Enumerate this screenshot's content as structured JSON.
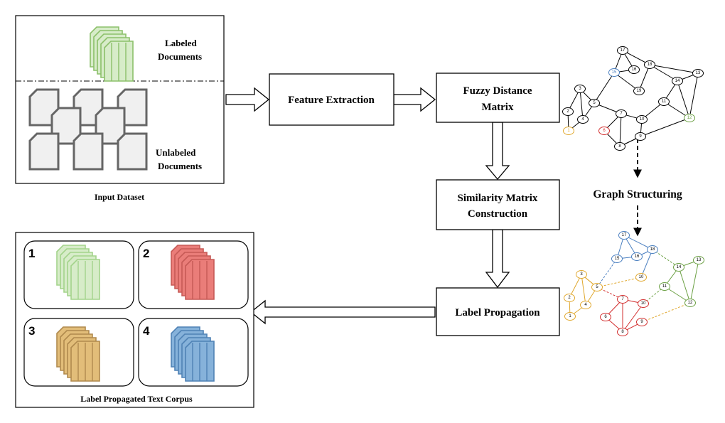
{
  "input_dataset": {
    "labeled_label": [
      "Labeled",
      "Documents"
    ],
    "unlabeled_label": [
      "Unlabeled",
      "Documents"
    ],
    "caption": "Input Dataset"
  },
  "steps": {
    "feature_extraction": [
      "Feature Extraction"
    ],
    "fuzzy_distance": [
      "Fuzzy Distance",
      "Matrix"
    ],
    "similarity_matrix": [
      "Similarity Matrix",
      "Construction"
    ],
    "label_propagation": [
      "Label Propagation"
    ]
  },
  "graph_structuring_label": "Graph Structuring",
  "output": {
    "caption": "Label Propagated Text Corpus",
    "classes": [
      {
        "number": "1",
        "color": "#a3d38b",
        "fill": "#d7ecc9"
      },
      {
        "number": "2",
        "color": "#c65a56",
        "fill": "#ea7d79"
      },
      {
        "number": "3",
        "color": "#b08a4e",
        "fill": "#e2bd79"
      },
      {
        "number": "4",
        "color": "#4f82b5",
        "fill": "#86b2da"
      }
    ]
  },
  "graph": {
    "nodes": [
      {
        "id": "1"
      },
      {
        "id": "2"
      },
      {
        "id": "3"
      },
      {
        "id": "4"
      },
      {
        "id": "5"
      },
      {
        "id": "6"
      },
      {
        "id": "7"
      },
      {
        "id": "8"
      },
      {
        "id": "9"
      },
      {
        "id": "10"
      },
      {
        "id": "11"
      },
      {
        "id": "12"
      },
      {
        "id": "13"
      },
      {
        "id": "14"
      },
      {
        "id": "15"
      },
      {
        "id": "16"
      },
      {
        "id": "17"
      },
      {
        "id": "18"
      },
      {
        "id": "19"
      }
    ],
    "top_colors": {
      "1": "#e0a82e",
      "6": "#d22e2e",
      "15": "#4a7fc0",
      "12": "#6ba043"
    },
    "bottom_cluster_colors": {
      "yellow": "#e0a82e",
      "red": "#d22e2e",
      "blue": "#4a7fc0",
      "green": "#6ba043"
    }
  }
}
